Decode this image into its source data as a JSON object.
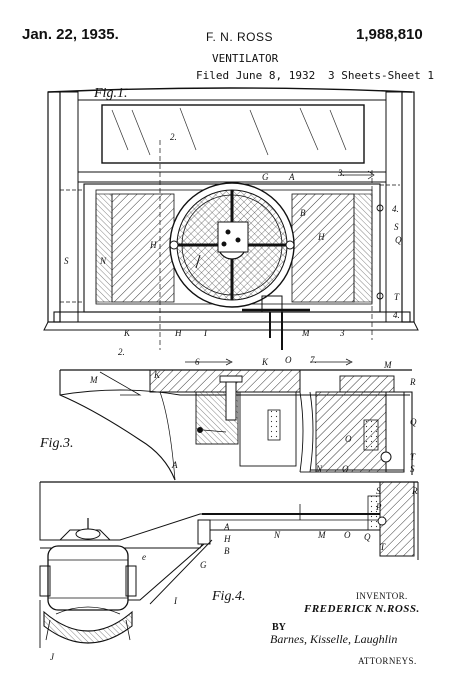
{
  "header": {
    "date": "Jan. 22, 1935.",
    "inventor_short": "F. N. ROSS",
    "patent_number": "1,988,810",
    "title": "VENTILATOR",
    "filed": "Filed June 8, 1932",
    "sheets": "3 Sheets-Sheet 1"
  },
  "figures": {
    "fig1": "Fig.1.",
    "fig3": "Fig.3.",
    "fig4": "Fig.4."
  },
  "fig1_refs": [
    "2.",
    "3.",
    "G",
    "A",
    "B",
    "4.",
    "S",
    "Q",
    "H",
    "H",
    "S",
    "N",
    "T",
    "K",
    "H",
    "I",
    "M",
    "3",
    "2.",
    "6",
    "K",
    "O",
    "7.",
    "M",
    "4."
  ],
  "fig3_refs": [
    "M",
    "K",
    "R",
    "Q",
    "A",
    "N",
    "O",
    "O",
    "T",
    "S"
  ],
  "fig4_refs": [
    "S",
    "R",
    "P",
    "A",
    "H",
    "B",
    "N",
    "M",
    "O",
    "Q",
    "T",
    "e",
    "G",
    "I",
    "J"
  ],
  "signature": {
    "inventor_label": "INVENTOR.",
    "inventor_name": "FREDERICK N.ROSS.",
    "by": "BY",
    "attorneys_sig": "Barnes, Kisselle, Laughlin",
    "attorneys_label": "ATTORNEYS."
  }
}
